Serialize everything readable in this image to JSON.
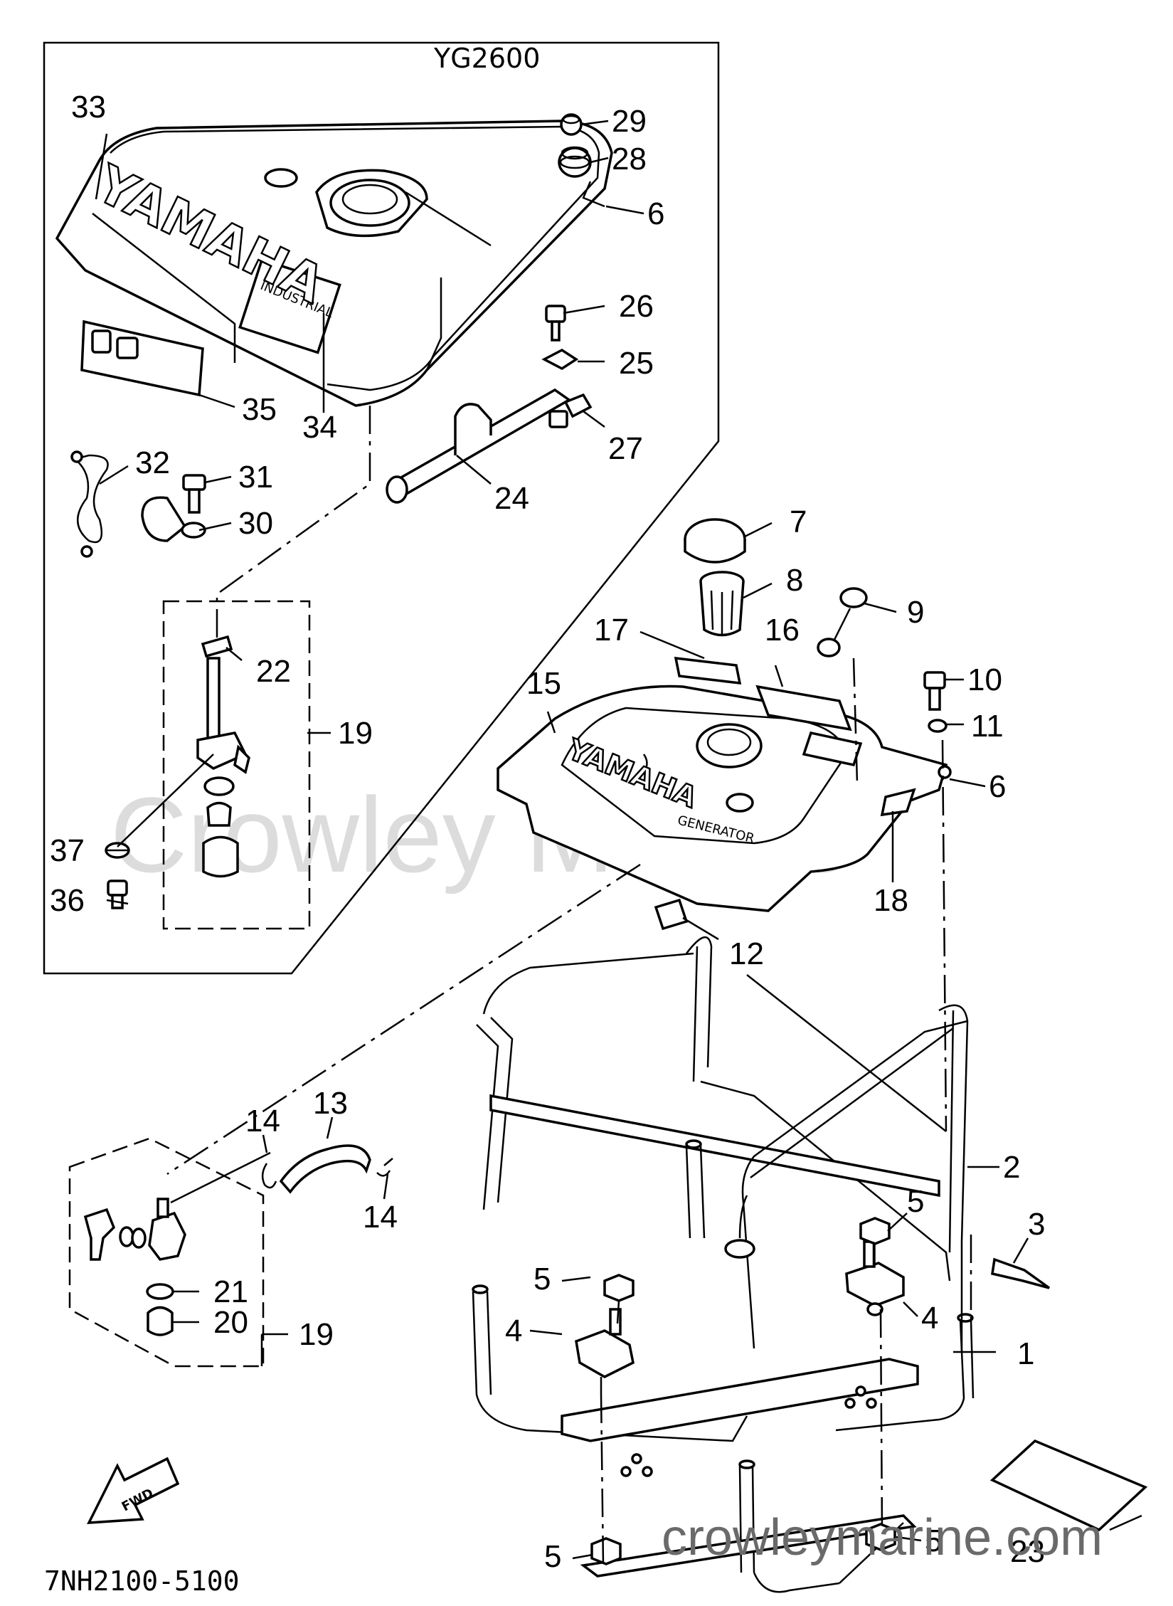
{
  "model": "YG2600",
  "reference_code": "7NH2100-5100",
  "watermark": "Crowley Marine",
  "site_url": "crowleymarine.com",
  "badges": {
    "fwd": "FWD",
    "brand_top": "YAMAHA",
    "brand_tank": "YAMAHA",
    "industrial": "INDUSTRIAL",
    "generator": "GENERATOR"
  },
  "callouts": [
    {
      "id": "c1",
      "label": "1"
    },
    {
      "id": "c2",
      "label": "2"
    },
    {
      "id": "c3",
      "label": "3"
    },
    {
      "id": "c4a",
      "label": "4"
    },
    {
      "id": "c4b",
      "label": "4"
    },
    {
      "id": "c5a",
      "label": "5"
    },
    {
      "id": "c5b",
      "label": "5"
    },
    {
      "id": "c5c",
      "label": "5"
    },
    {
      "id": "c5d",
      "label": "5"
    },
    {
      "id": "c6a",
      "label": "6"
    },
    {
      "id": "c6b",
      "label": "6"
    },
    {
      "id": "c7",
      "label": "7"
    },
    {
      "id": "c8",
      "label": "8"
    },
    {
      "id": "c9",
      "label": "9"
    },
    {
      "id": "c10",
      "label": "10"
    },
    {
      "id": "c11",
      "label": "11"
    },
    {
      "id": "c12",
      "label": "12"
    },
    {
      "id": "c13",
      "label": "13"
    },
    {
      "id": "c14a",
      "label": "14"
    },
    {
      "id": "c14b",
      "label": "14"
    },
    {
      "id": "c15",
      "label": "15"
    },
    {
      "id": "c16",
      "label": "16"
    },
    {
      "id": "c17",
      "label": "17"
    },
    {
      "id": "c18",
      "label": "18"
    },
    {
      "id": "c19a",
      "label": "19"
    },
    {
      "id": "c19b",
      "label": "19"
    },
    {
      "id": "c20",
      "label": "20"
    },
    {
      "id": "c21",
      "label": "21"
    },
    {
      "id": "c22",
      "label": "22"
    },
    {
      "id": "c23",
      "label": "23"
    },
    {
      "id": "c24",
      "label": "24"
    },
    {
      "id": "c25",
      "label": "25"
    },
    {
      "id": "c26",
      "label": "26"
    },
    {
      "id": "c27",
      "label": "27"
    },
    {
      "id": "c28",
      "label": "28"
    },
    {
      "id": "c29",
      "label": "29"
    },
    {
      "id": "c30",
      "label": "30"
    },
    {
      "id": "c31",
      "label": "31"
    },
    {
      "id": "c32",
      "label": "32"
    },
    {
      "id": "c33",
      "label": "33"
    },
    {
      "id": "c34",
      "label": "34"
    },
    {
      "id": "c35",
      "label": "35"
    },
    {
      "id": "c36",
      "label": "36"
    },
    {
      "id": "c37",
      "label": "37"
    }
  ]
}
